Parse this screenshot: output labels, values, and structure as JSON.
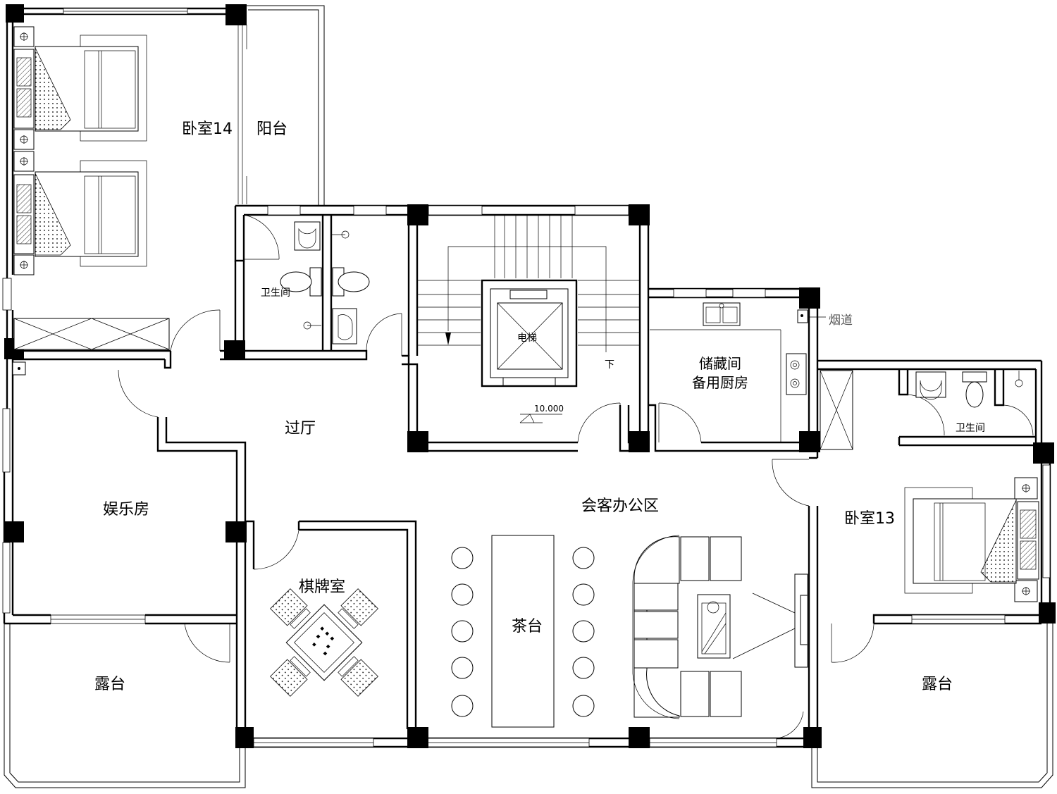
{
  "plan": {
    "rooms": {
      "bedroom14": "卧室14",
      "balcony": "阳台",
      "bathroom_left": "卫生间",
      "elevator": "电梯",
      "stair_down": "下",
      "elevation": "10.000",
      "storage_line1": "储藏间",
      "storage_line2": "备用厨房",
      "flue": "烟道",
      "bathroom_right": "卫生间",
      "hall": "过厅",
      "entertainment": "娱乐房",
      "reception_office": "会客办公区",
      "bedroom13": "卧室13",
      "chess_room": "棋牌室",
      "tea_table": "茶台",
      "terrace_left": "露台",
      "terrace_right": "露台"
    }
  }
}
